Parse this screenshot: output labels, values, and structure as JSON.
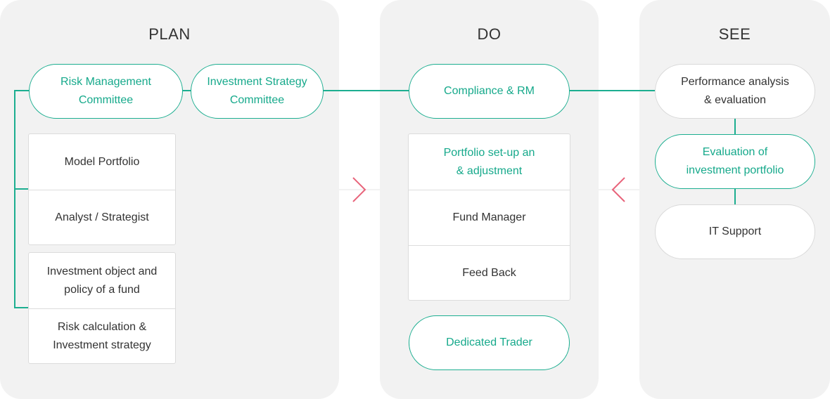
{
  "colors": {
    "accent": "#1cae90",
    "arrow": "#e8637a",
    "panel_bg": "#f2f2f2"
  },
  "plan": {
    "title": "PLAN",
    "risk_committee": "Risk Management\nCommittee",
    "strategy_committee": "Investment Strategy\nCommittee",
    "box1": [
      "Model Portfolio",
      "Analyst / Strategist"
    ],
    "box2": [
      "Investment object and\npolicy of a fund",
      "Risk calculation &\nInvestment strategy"
    ]
  },
  "do": {
    "title": "DO",
    "compliance": "Compliance & RM",
    "box": [
      "Portfolio set-up an\n& adjustment",
      "Fund Manager",
      "Feed Back"
    ],
    "trader": "Dedicated Trader"
  },
  "see": {
    "title": "SEE",
    "performance": "Performance analysis\n& evaluation",
    "evaluation": "Evaluation of\ninvestment portfolio",
    "it_support": "IT Support"
  },
  "arrows": {
    "plan_to_do": "chevron-right-icon",
    "see_to_do": "chevron-left-icon"
  }
}
